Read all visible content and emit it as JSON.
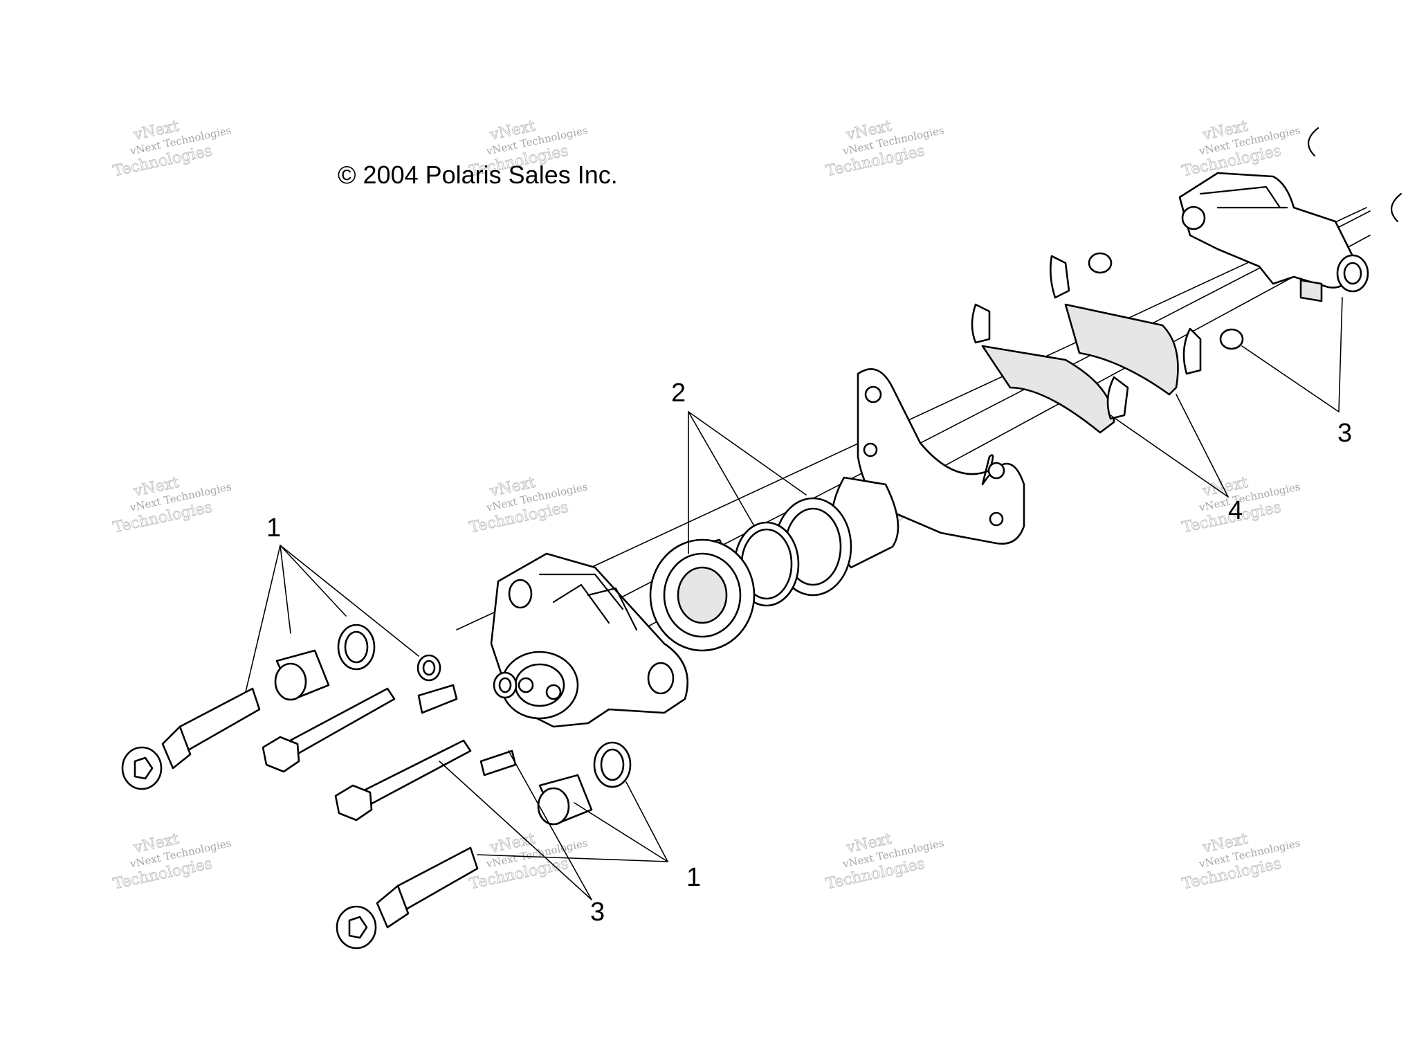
{
  "copyright": "© 2004 Polaris Sales Inc.",
  "callouts": [
    {
      "id": "callout-1-upper",
      "text": "1"
    },
    {
      "id": "callout-1-lower",
      "text": "1"
    },
    {
      "id": "callout-2",
      "text": "2"
    },
    {
      "id": "callout-3-right",
      "text": "3"
    },
    {
      "id": "callout-3-lower",
      "text": "3"
    },
    {
      "id": "callout-4",
      "text": "4"
    }
  ],
  "watermark": {
    "line1": "vNext",
    "line2": "vNext Technologies",
    "line3": "Technologies"
  }
}
